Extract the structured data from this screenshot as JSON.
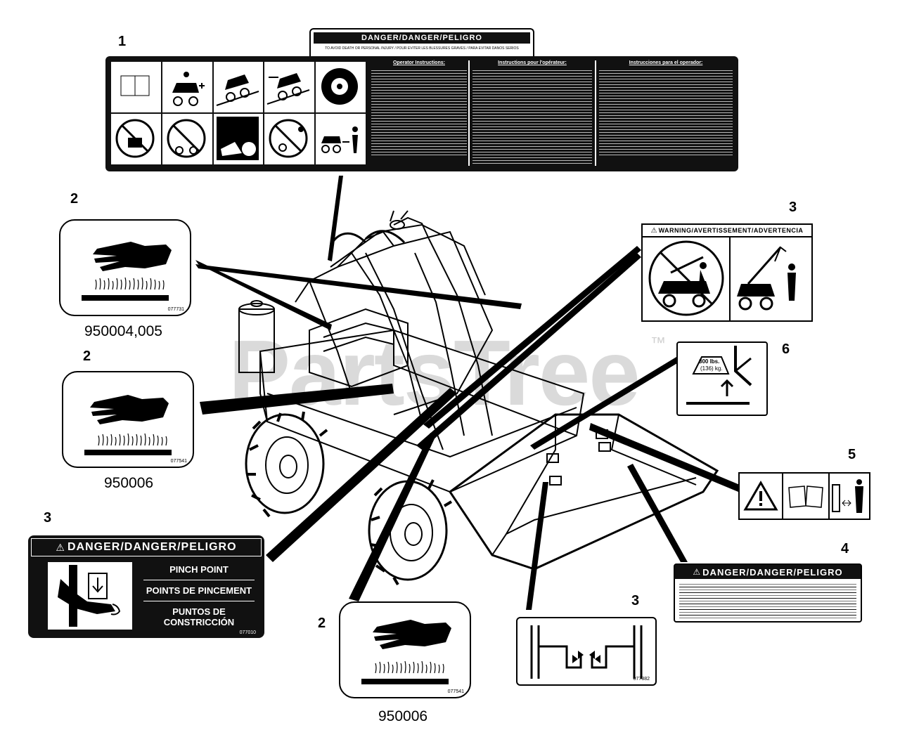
{
  "watermark": {
    "text": "PartsTree",
    "tm": "™"
  },
  "callouts": {
    "c1": "1",
    "c2a": "2",
    "c2b": "2",
    "c2c": "2",
    "c3a": "3",
    "c3b": "3",
    "c3c": "3",
    "c4": "4",
    "c5": "5",
    "c6": "6"
  },
  "part_numbers": {
    "hot_top": "950004,005",
    "hot_mid": "950006",
    "hot_bottom": "950006"
  },
  "decal1": {
    "header": "DANGER/DANGER/PELIGRO",
    "subheader": "TO AVOID DEATH OR PERSONAL INJURY / POUR EVITER LES BLESSURES GRAVES / PARA EVITAR DAÑOS SERIOS",
    "col_en": "Operator Instructions:",
    "col_fr": "Instructions pour l'opérateur:",
    "col_es": "Instrucciones para el operador:"
  },
  "decal3_pinch": {
    "header": "DANGER/DANGER/PELIGRO",
    "line1": "PINCH POINT",
    "line2": "POINTS DE PINCEMENT",
    "line3": "PUNTOS DE CONSTRICCIÓN",
    "code": "077010"
  },
  "decal3_warning": {
    "header": "WARNING/AVERTISSEMENT/ADVERTENCIA"
  },
  "decal4": {
    "header": "DANGER/DANGER/PELIGRO"
  },
  "decal6": {
    "weight1": "300 lbs.",
    "weight2": "(136) kg."
  },
  "codes": {
    "hot_top": "077731",
    "hot_mid": "077541",
    "hot_bottom": "077541",
    "bucket": "077882"
  },
  "colors": {
    "ink": "#000000",
    "watermark": "#d9d9d9",
    "paper": "#ffffff"
  }
}
